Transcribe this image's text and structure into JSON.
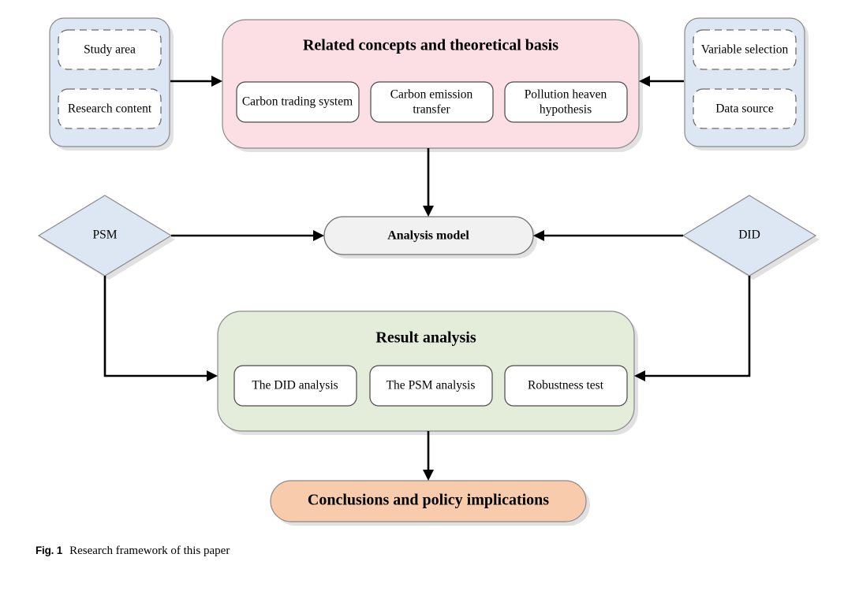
{
  "figure": {
    "caption_label": "Fig. 1",
    "caption_text": "Research framework of this paper"
  },
  "palette": {
    "blue": "#dde7f3",
    "pink": "#fbdfe4",
    "green": "#e3edda",
    "orange": "#f7cbab",
    "grey": "#f1f1f1",
    "white": "#ffffff",
    "stroke": "#8a8a8a",
    "connector": "#000000"
  },
  "groups": {
    "inputs_left": {
      "items": [
        {
          "label": "Study area"
        },
        {
          "label": "Research content"
        }
      ]
    },
    "inputs_right": {
      "items": [
        {
          "label": "Variable selection"
        },
        {
          "label": "Data source"
        }
      ]
    },
    "concepts": {
      "title": "Related concepts and theoretical basis",
      "items": [
        {
          "label": "Carbon trading system"
        },
        {
          "label": "Carbon emission transfer"
        },
        {
          "label": "Pollution heaven hypothesis"
        }
      ]
    },
    "results": {
      "title": "Result analysis",
      "items": [
        {
          "label": "The DID analysis"
        },
        {
          "label": "The PSM analysis"
        },
        {
          "label": "Robustness test"
        }
      ]
    }
  },
  "nodes": {
    "analysis_model": {
      "label": "Analysis model"
    },
    "psm": {
      "label": "PSM"
    },
    "did": {
      "label": "DID"
    },
    "conclusions": {
      "label": "Conclusions and policy implications"
    }
  },
  "chart_data": {
    "type": "diagram",
    "title": "Research framework of this paper",
    "nodes": [
      {
        "id": "study-area",
        "label": "Study area",
        "shape": "rounded-dashed",
        "group": "inputs-left"
      },
      {
        "id": "research-content",
        "label": "Research content",
        "shape": "rounded-dashed",
        "group": "inputs-left"
      },
      {
        "id": "variable-selection",
        "label": "Variable selection",
        "shape": "rounded-dashed",
        "group": "inputs-right"
      },
      {
        "id": "data-source",
        "label": "Data source",
        "shape": "rounded-dashed",
        "group": "inputs-right"
      },
      {
        "id": "concepts",
        "label": "Related concepts and theoretical basis",
        "shape": "rounded",
        "color": "#fbdfe4"
      },
      {
        "id": "carbon-trading-system",
        "label": "Carbon trading system",
        "shape": "rounded",
        "group": "concepts"
      },
      {
        "id": "carbon-emission-transfer",
        "label": "Carbon emission transfer",
        "shape": "rounded",
        "group": "concepts"
      },
      {
        "id": "pollution-heaven-hypothesis",
        "label": "Pollution heaven hypothesis",
        "shape": "rounded",
        "group": "concepts"
      },
      {
        "id": "analysis-model",
        "label": "Analysis model",
        "shape": "pill",
        "color": "#f1f1f1"
      },
      {
        "id": "psm",
        "label": "PSM",
        "shape": "diamond",
        "color": "#dde7f3"
      },
      {
        "id": "did",
        "label": "DID",
        "shape": "diamond",
        "color": "#dde7f3"
      },
      {
        "id": "results",
        "label": "Result analysis",
        "shape": "rounded",
        "color": "#e3edda"
      },
      {
        "id": "did-analysis",
        "label": "The DID analysis",
        "shape": "rounded",
        "group": "results"
      },
      {
        "id": "psm-analysis",
        "label": "The PSM analysis",
        "shape": "rounded",
        "group": "results"
      },
      {
        "id": "robustness-test",
        "label": "Robustness test",
        "shape": "rounded",
        "group": "results"
      },
      {
        "id": "conclusions",
        "label": "Conclusions and policy implications",
        "shape": "pill",
        "color": "#f7cbab"
      }
    ],
    "edges": [
      {
        "from": "inputs-left",
        "to": "concepts",
        "style": "arrow"
      },
      {
        "from": "inputs-right",
        "to": "concepts",
        "style": "arrow"
      },
      {
        "from": "concepts",
        "to": "analysis-model",
        "style": "arrow"
      },
      {
        "from": "psm",
        "to": "analysis-model",
        "style": "arrow"
      },
      {
        "from": "did",
        "to": "analysis-model",
        "style": "arrow"
      },
      {
        "from": "psm",
        "to": "results",
        "style": "arrow-elbow"
      },
      {
        "from": "did",
        "to": "results",
        "style": "arrow-elbow"
      },
      {
        "from": "results",
        "to": "conclusions",
        "style": "arrow"
      }
    ]
  }
}
